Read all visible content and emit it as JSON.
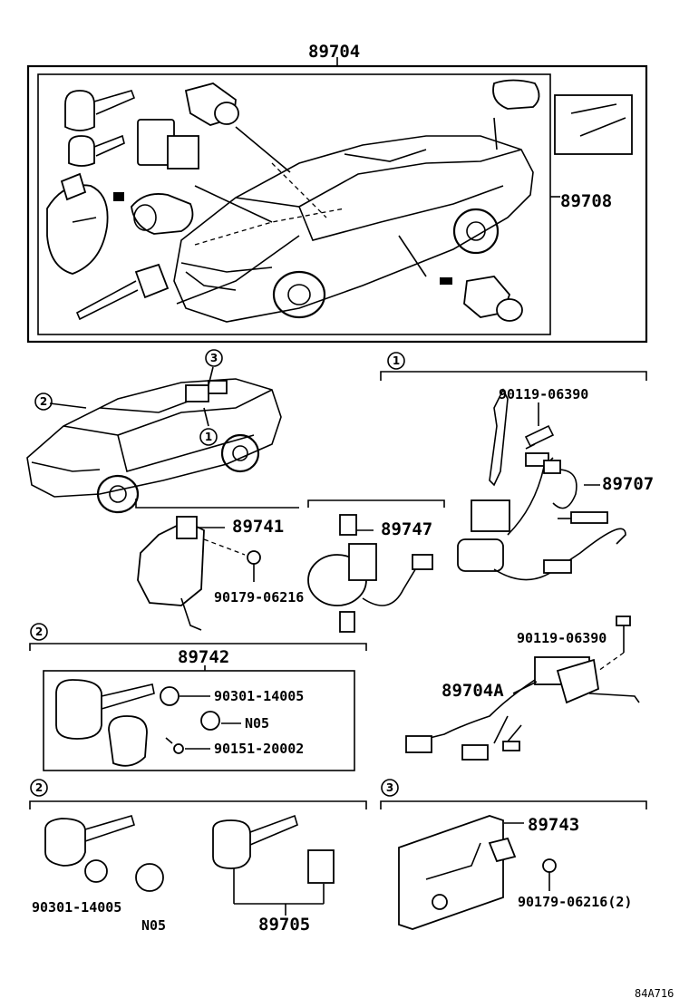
{
  "parts": {
    "p89704": "89704",
    "p89708": "89708",
    "p89741": "89741",
    "p89747": "89747",
    "p89707": "89707",
    "p90119a": "90119-06390",
    "p90179a": "90179-06216",
    "p89742": "89742",
    "p90301a": "90301-14005",
    "pN05a": "N05",
    "p90151": "90151-20002",
    "p90119b": "90119-06390",
    "p89704A": "89704A",
    "p90301b": "90301-14005",
    "pN05b": "N05",
    "p89705": "89705",
    "p89743": "89743",
    "p90179b": "90179-06216(2)"
  },
  "callouts": {
    "c1": "1",
    "c2": "2",
    "c3": "3"
  },
  "footer": {
    "ref": "84A716"
  }
}
